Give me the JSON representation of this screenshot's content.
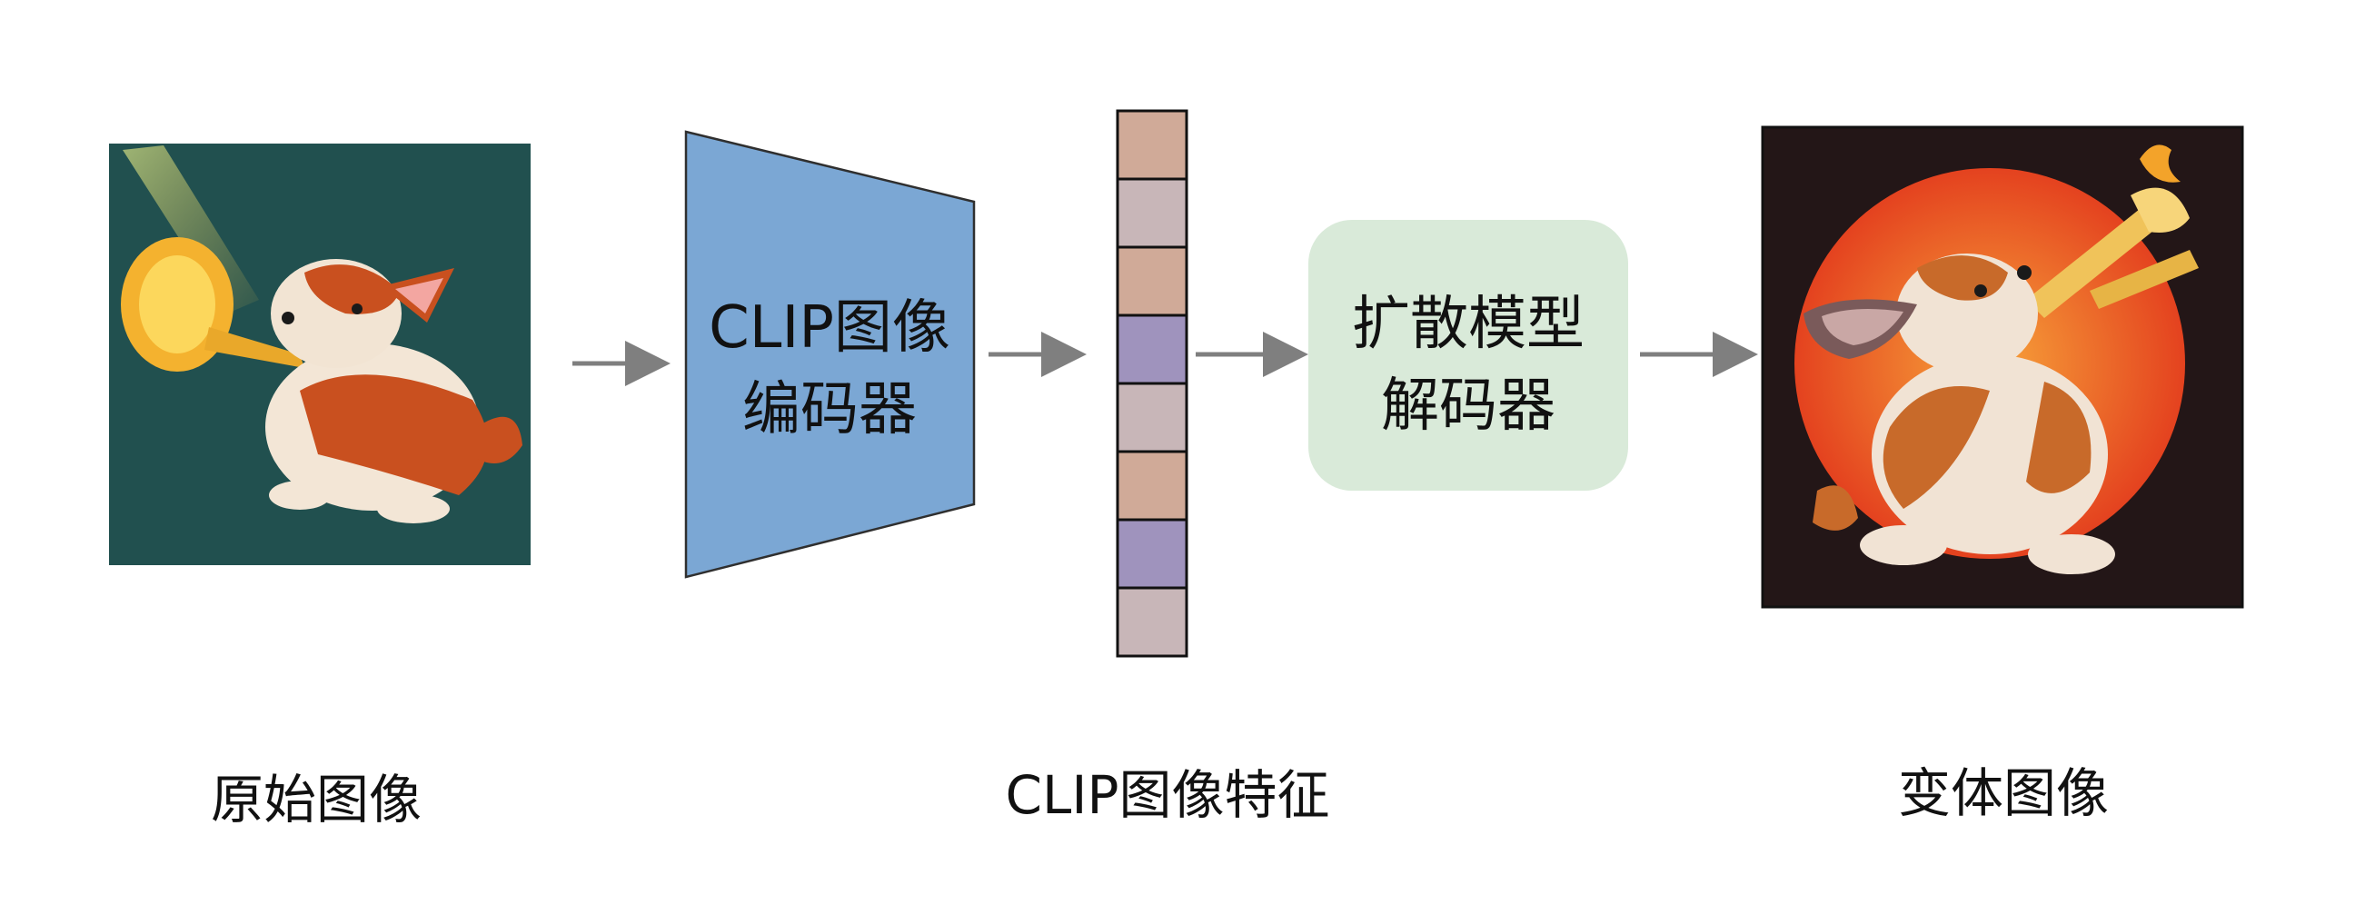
{
  "diagram": {
    "original_image": {
      "caption": "原始图像"
    },
    "encoder": {
      "line1": "CLIP图像",
      "line2": "编码器"
    },
    "feature": {
      "caption": "CLIP图像特征"
    },
    "decoder": {
      "line1": "扩散模型",
      "line2": "解码器"
    },
    "variant_image": {
      "caption": "变体图像"
    }
  },
  "colors": {
    "encoder_fill": "#7ba7d4",
    "encoder_stroke": "#2f2f2f",
    "decoder_fill": "#d9ead9",
    "arrow": "#7f7f7f",
    "feature_cells": [
      "#d0aa98",
      "#c8b6b8",
      "#d0aa98",
      "#9f93bd",
      "#c8b6b8",
      "#d0aa98",
      "#9f93bd",
      "#c8b6b8"
    ],
    "original_bg": "#21504f",
    "variant_bg": "#231617",
    "variant_sun": "#e8562a"
  },
  "icons": {
    "original": "corgi-playing-trumpet-illustration",
    "variant": "corgi-playing-trombone-illustration"
  }
}
